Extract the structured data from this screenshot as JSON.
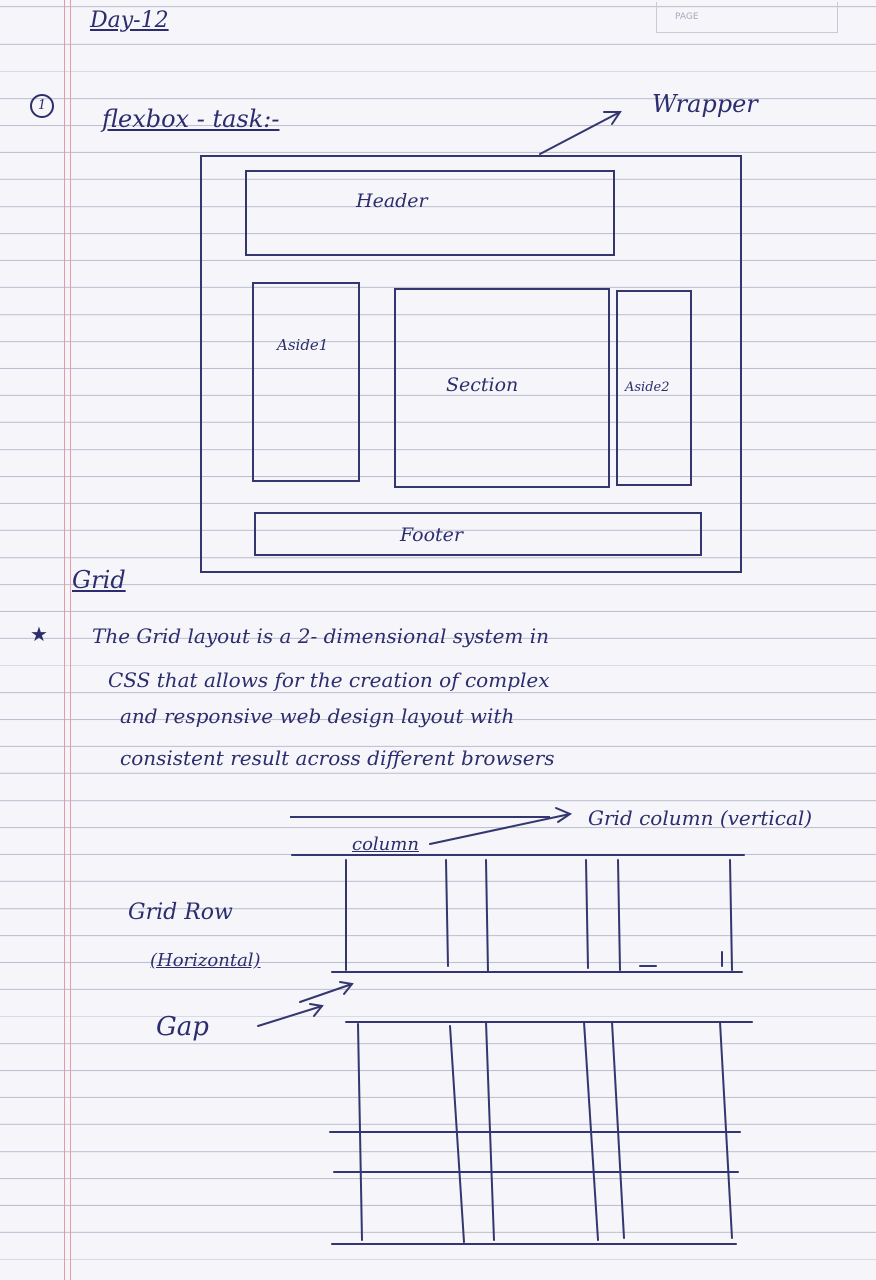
{
  "page_label": "PAGE",
  "title": "Day-12",
  "section1": {
    "number": "1",
    "heading": "flexbox - task:-",
    "wrapper_label": "Wrapper",
    "header_label": "Header",
    "aside1_label": "Aside1",
    "section_label": "Section",
    "aside2_label": "Aside2",
    "footer_label": "Footer"
  },
  "section2": {
    "heading": "Grid",
    "bullet": "★",
    "lines": [
      "The Grid layout is a 2- dimensional system in",
      "CSS that allows for the creation of complex",
      "and responsive web design layout with",
      "consistent result across different browsers"
    ],
    "column_label": "column",
    "grid_column_label": "Grid column (vertical)",
    "grid_row_label": "Grid Row",
    "grid_row_sub": "(Horizontal)",
    "gap_label": "Gap"
  }
}
